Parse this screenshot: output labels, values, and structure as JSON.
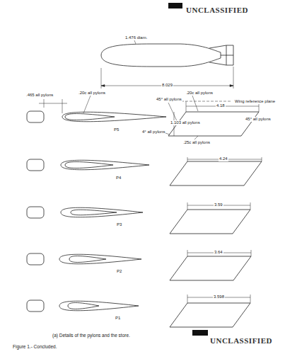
{
  "diagram": {
    "caption": "(a) Details of the pylons and the store.",
    "labels": [
      "1.476 diam.",
      "8.029",
      ".465 all pylons",
      ".20c all pylons",
      "P5",
      ".20c all pylons",
      "Wing reference plane",
      "45° all pylons",
      "4.18",
      "45° all pylons",
      "1.103 all pylons",
      "4° all pylons",
      ".25c all pylons",
      "P4",
      "4.24",
      "P3",
      "3.59",
      "P2",
      "3.64",
      "P1",
      "3.598",
      "UNCLASSIFIED",
      "UNCLASSIFIED",
      "Figure 1.- Concluded."
    ]
  }
}
